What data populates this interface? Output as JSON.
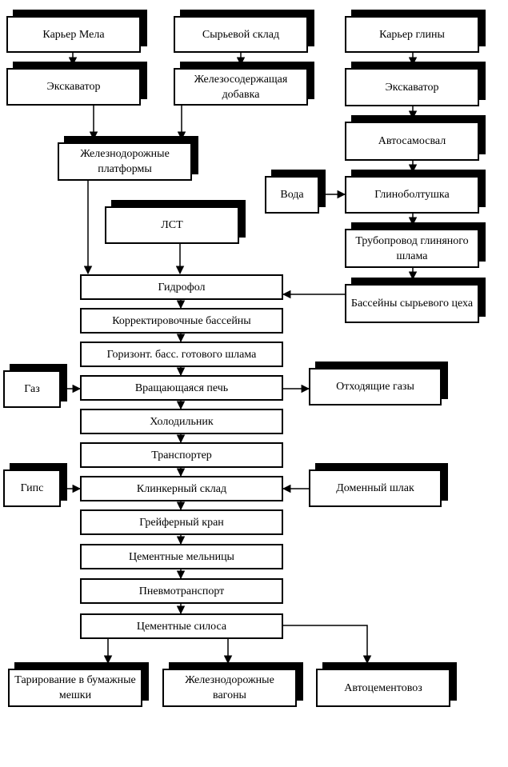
{
  "nodes": {
    "kar_mel": "Карьер Мела",
    "syr_sklad": "Сырьевой склад",
    "kar_glin": "Карьер глины",
    "exc1": "Экскаватор",
    "zhel_dob": "Железосодержащая добавка",
    "exc2": "Экскаватор",
    "avtosam": "Автосамосвал",
    "zd_platf": "Железнодорожные платформы",
    "voda": "Вода",
    "glinobolt": "Глиноболтушка",
    "lst": "ЛСТ",
    "truboprovod": "Трубопровод глиняного шлама",
    "basseiny_syr": "Бассейны сырьевого цеха",
    "gidrofol": "Гидрофол",
    "korr_bass": "Корректировочные бассейны",
    "gor_bass": "Горизонт. басс. готового шлама",
    "gaz": "Газ",
    "pech": "Вращающаяся печь",
    "othod_gaz": "Отходящие газы",
    "holod": "Холодильник",
    "transp": "Транспортер",
    "gips": "Гипс",
    "klink_sklad": "Клинкерный склад",
    "dom_shlak": "Доменный шлак",
    "greif": "Грейферный кран",
    "cem_mel": "Цементные мельницы",
    "pnevmo": "Пневмотранспорт",
    "cem_silos": "Цементные силоса",
    "tarir": "Тарирование в бумажные мешки",
    "zd_vagony": "Железнодорожные вагоны",
    "avtocem": "Автоцементовоз"
  }
}
